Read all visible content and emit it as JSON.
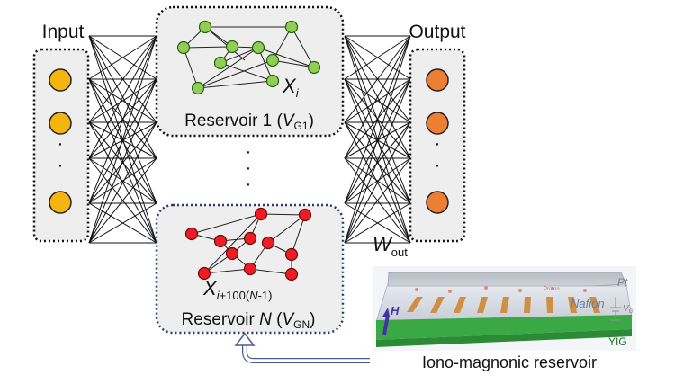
{
  "input": {
    "title": "Input",
    "dot": "·"
  },
  "output": {
    "title": "Output"
  },
  "reservoir1": {
    "label_prefix": "Reservoir 1 (",
    "label_var": "V",
    "label_sub": "G1",
    "label_suffix": ")",
    "node_label_base": "X",
    "node_label_sub": "i"
  },
  "reservoirN": {
    "label_prefix": "Reservoir ",
    "label_n": "N",
    "label_open": " (",
    "label_var": "V",
    "label_sub": "GN",
    "label_suffix": ")",
    "node_label_base": "X",
    "node_label_sub_1": "i",
    "node_label_sub_2": "+100(",
    "node_label_sub_3": "N",
    "node_label_sub_4": "-1)"
  },
  "weights": {
    "label_base": "W",
    "label_sub": "out"
  },
  "device": {
    "caption": "Iono-magnonic reservoir",
    "layer_top": "Pt",
    "layer_mid": "Nafion",
    "layer_bottom": "YIG",
    "field": "H",
    "voltage": "V",
    "voltage_sub": "G",
    "proton_label": "Proton"
  },
  "colors": {
    "input_node": "#f5b50e",
    "output_node": "#ec7f34",
    "res1_node": "#8fcf55",
    "resN_node": "#ee1d23",
    "panel_bg": "#eeeeee",
    "resN_border": "#2a3b63",
    "yig": "#3aa845",
    "electrode": "#cf8f45",
    "field_arrow": "#4431a8"
  }
}
